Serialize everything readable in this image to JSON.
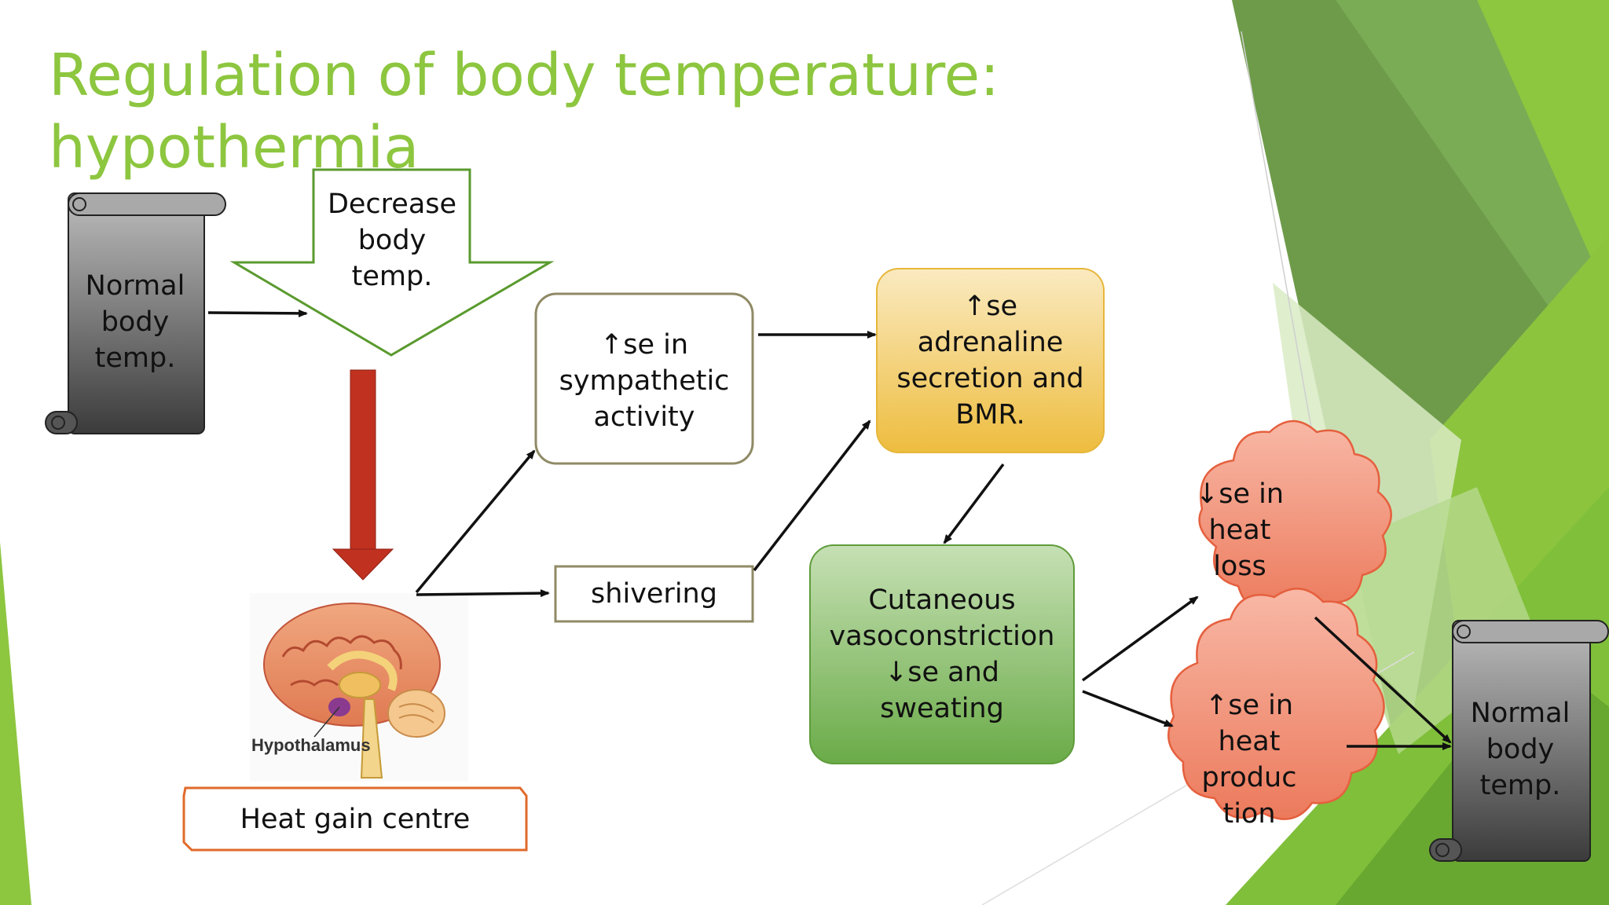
{
  "slide": {
    "title_line1": "Regulation of body temperature:",
    "title_line2": "hypothermia"
  },
  "nodes": {
    "normal_body_temp_left": "Normal\nbody\ntemp.",
    "decrease_body_temp": "Decrease\nbody\ntemp.",
    "sympathetic_activity": "↑se  in\nsympathetic\nactivity",
    "shivering": "shivering",
    "adrenaline_bmr": "↑se\nadrenaline\nsecretion and\nBMR.",
    "cutaneous_vasoconstriction": "Cutaneous\nvasoconstriction\n↓se and\nsweating",
    "decrease_heat_loss": "↓se in\nheat\nloss",
    "increase_heat_production": "↑se in\nheat\nproduc\ntion",
    "normal_body_temp_right": "Normal\nbody\ntemp.",
    "heat_gain_centre": "Heat gain centre",
    "hypothalamus_label": "Hypothalamus"
  },
  "colors": {
    "title": "#8dc63f",
    "green_dark": "#5a8a2e",
    "green_light": "#8dc63f",
    "red_arrow": "#c0311f",
    "adrenaline_fill": "#f0c850",
    "vasoconstriction_fill": "#8fc06e",
    "cloud_fill": "#ef8a72",
    "heat_gain_border": "#e06a2a"
  }
}
